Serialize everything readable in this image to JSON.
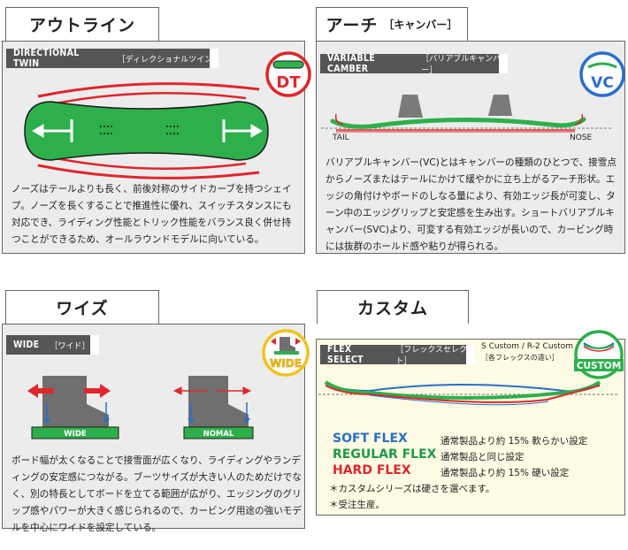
{
  "outline": {
    "title": "アウトライン",
    "header_en": "DIRECTIONAL TWIN",
    "header_jp": "［ディレクショナルツイン］",
    "badge": "DT",
    "body": "ノーズはテールよりも長く、前後対称のサイドカーブを持つシェイプ。ノーズを長くすることで推進性に優れ、スイッチスタンスにも対応でき、ライディング性能とトリック性能をバランス良く併せ持つことができるため、オールラウンドモデルに向いている。"
  },
  "arch": {
    "title": "アーチ",
    "title_sub": "［キャンバー］",
    "header_en": "VARIABLE CAMBER",
    "header_jp": "［バリアブルキャンバー］",
    "badge": "VC",
    "label_tail": "TAIL",
    "label_nose": "NOSE",
    "body": "バリアブルキャンバー(VC)とはキャンバーの種類のひとつで、接雪点からノーズまたはテールにかけて緩やかに立ち上がるアーチ形状。エッジの角付けやボードのしなる量により、有効エッジ長が可変し、ターン中のエッジグリップと安定感を生み出す。ショートバリアブルキャンバー(SVC)より、可変する有効エッジが長いので、カービング時には抜群のホールド感や粘りが得られる。"
  },
  "width": {
    "title": "ワイズ",
    "header_en": "WIDE",
    "header_jp": "［ワイド］",
    "badge": "WIDE",
    "label_wide": "WIDE",
    "label_nomal": "NOMAL",
    "body": "ボード幅が太くなることで接雪面が広くなり、ライディングやランディングの安定感につながる。ブーツサイズが大きい人のためだけでなく、別の特長としてボードを立てる範囲が広がり、エッジングのグリップ感やパワーが大きく感じられるので、カービング用途の強いモデルを中心にワイドを設定している。"
  },
  "custom": {
    "title": "カスタム",
    "header_en": "FLEX SELECT",
    "header_jp": "［フレックスセレクト］",
    "side_line1": "S Custom / R-2 Custom",
    "side_line2": "［各フレックスの違い］",
    "badge": "CUSTOM",
    "flex": [
      {
        "label": "SOFT FLEX",
        "desc": "通常製品より約 15% 軟らかい設定",
        "color": "#2a6fc9"
      },
      {
        "label": "REGULAR FLEX",
        "desc": "通常製品と同じ設定",
        "color": "#1c9a4a"
      },
      {
        "label": "HARD FLEX",
        "desc": "通常製品より約 15% 硬い設定",
        "color": "#e0262b"
      }
    ],
    "note1": "＊カスタムシリーズは硬さを選べます。",
    "note2": "＊受注生産。"
  },
  "colors": {
    "green": "#2db04b",
    "red": "#e0262b",
    "blue": "#2a6fc9",
    "header": "#555555",
    "yellow": "#f2c21b"
  }
}
